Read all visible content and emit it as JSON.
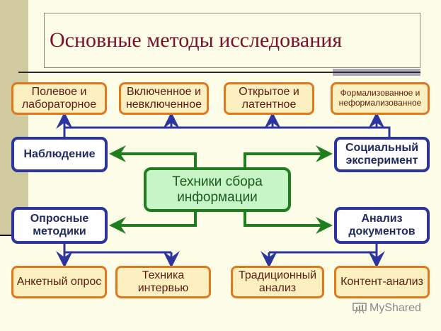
{
  "title": "Основные методы исследования",
  "center": {
    "label": "Техники сбора информации"
  },
  "methods": {
    "observation": "Наблюдение",
    "experiment": "Социальный эксперимент",
    "surveys": "Опросные методики",
    "documents": "Анализ документов"
  },
  "observation_types": [
    "Полевое и лабораторное",
    "Включенное и невключенное",
    "Открытое и латентное",
    "Формализованное и неформализованное"
  ],
  "survey_types": [
    "Анкетный опрос",
    "Техника интервью"
  ],
  "document_types": [
    "Традиционный анализ",
    "Контент-анализ"
  ],
  "watermark": "MyShared",
  "colors": {
    "orange": "#e07820",
    "blue": "#2c34a0",
    "green": "#1e7e1e",
    "title": "#7a1030"
  }
}
